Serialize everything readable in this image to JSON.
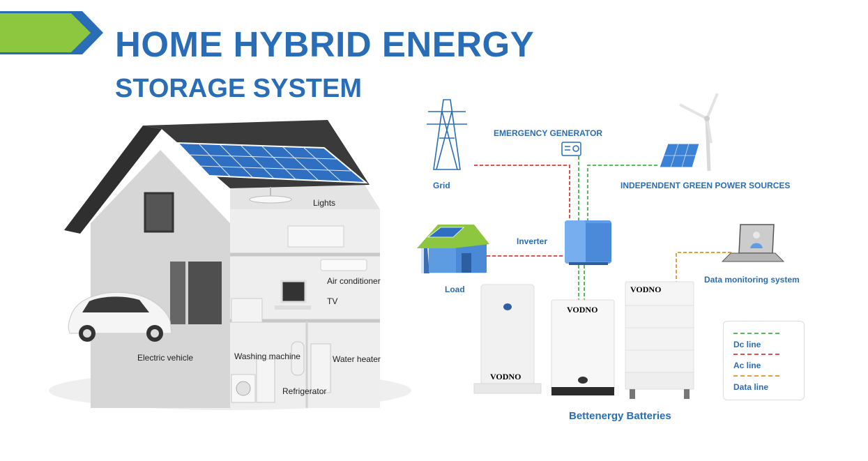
{
  "title": {
    "line1": "HOME HYBRID ENERGY",
    "line2": "STORAGE SYSTEM"
  },
  "house_labels": {
    "lights": "Lights",
    "air_conditioner": "Air conditioner",
    "tv": "TV",
    "electric_vehicle": "Electric vehicle",
    "washing_machine": "Washing machine",
    "water_heater": "Water heater",
    "refrigerator": "Refrigerator"
  },
  "system_labels": {
    "emergency_generator": "EMERGENCY GENERATOR",
    "grid": "Grid",
    "green_power": "INDEPENDENT GREEN POWER SOURCES",
    "inverter": "Inverter",
    "load": "Load",
    "data_monitoring": "Data monitoring system"
  },
  "batteries": {
    "brand_1": "VODNO",
    "brand_2": "VODNO",
    "brand_3": "VODNO",
    "caption": "Bettenergy Batteries"
  },
  "legend": {
    "dc": {
      "label": "Dc line",
      "color": "#5cb85c"
    },
    "ac": {
      "label": "Ac line",
      "color": "#d9534f"
    },
    "data": {
      "label": "Data line",
      "color": "#e0a040"
    }
  },
  "colors": {
    "accent_blue": "#2a6db7",
    "arrow_green": "#8dc63f"
  }
}
